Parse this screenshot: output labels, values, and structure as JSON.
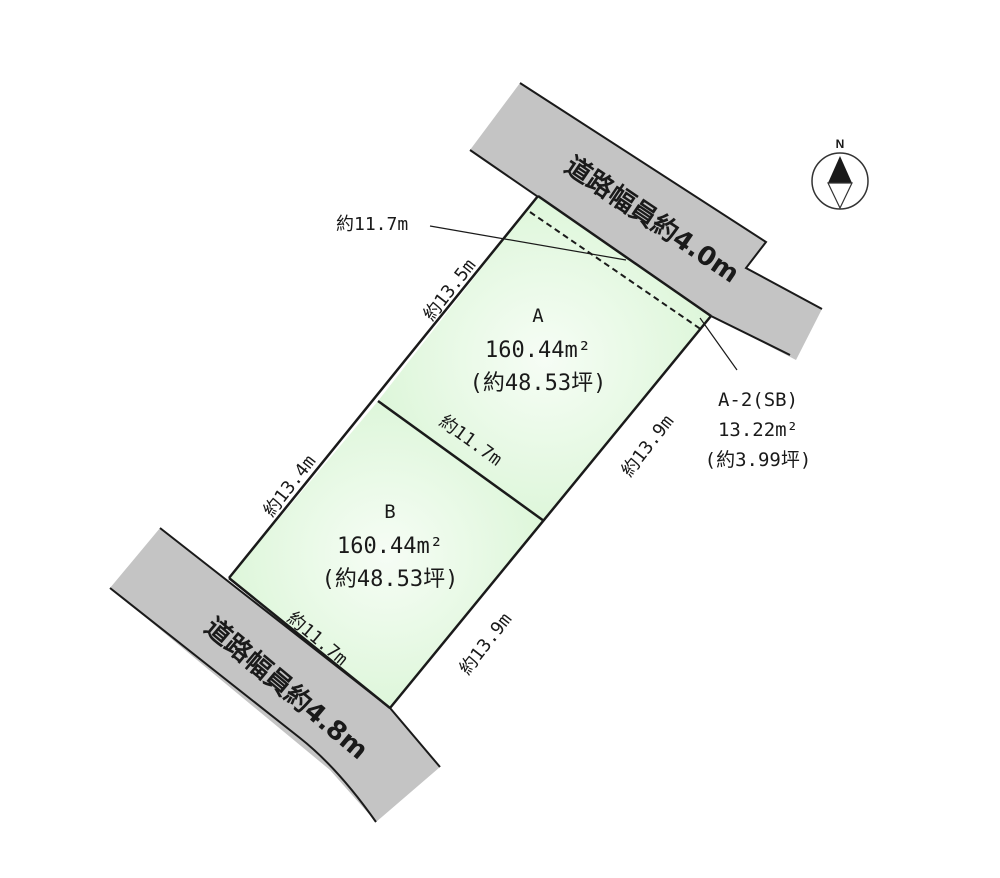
{
  "diagram": {
    "type": "land-survey-plot-plan",
    "colors": {
      "lot_fill": "#dff7dc",
      "lot_fill_center": "#f4fcf3",
      "road_fill": "#c4c4c4",
      "line": "#1a1a1a"
    },
    "compass": {
      "label": "N"
    },
    "roads": {
      "north": {
        "label": "道路幅員約4.0m"
      },
      "south": {
        "label": "道路幅員約4.8m"
      }
    },
    "lots": {
      "A": {
        "name": "A",
        "area_m2": "160.44m²",
        "area_tsubo": "(約48.53坪)"
      },
      "B": {
        "name": "B",
        "area_m2": "160.44m²",
        "area_tsubo": "(約48.53坪)"
      },
      "A2": {
        "name": "A-2(SB)",
        "area_m2": "13.22m²",
        "area_tsubo": "(約3.99坪)"
      }
    },
    "dimensions": {
      "a_top": "約11.7m",
      "a_left": "約13.5m",
      "a_right": "約13.9m",
      "ab_divider": "約11.7m",
      "b_left": "約13.4m",
      "b_right": "約13.9m",
      "b_bottom": "約11.7m"
    }
  }
}
